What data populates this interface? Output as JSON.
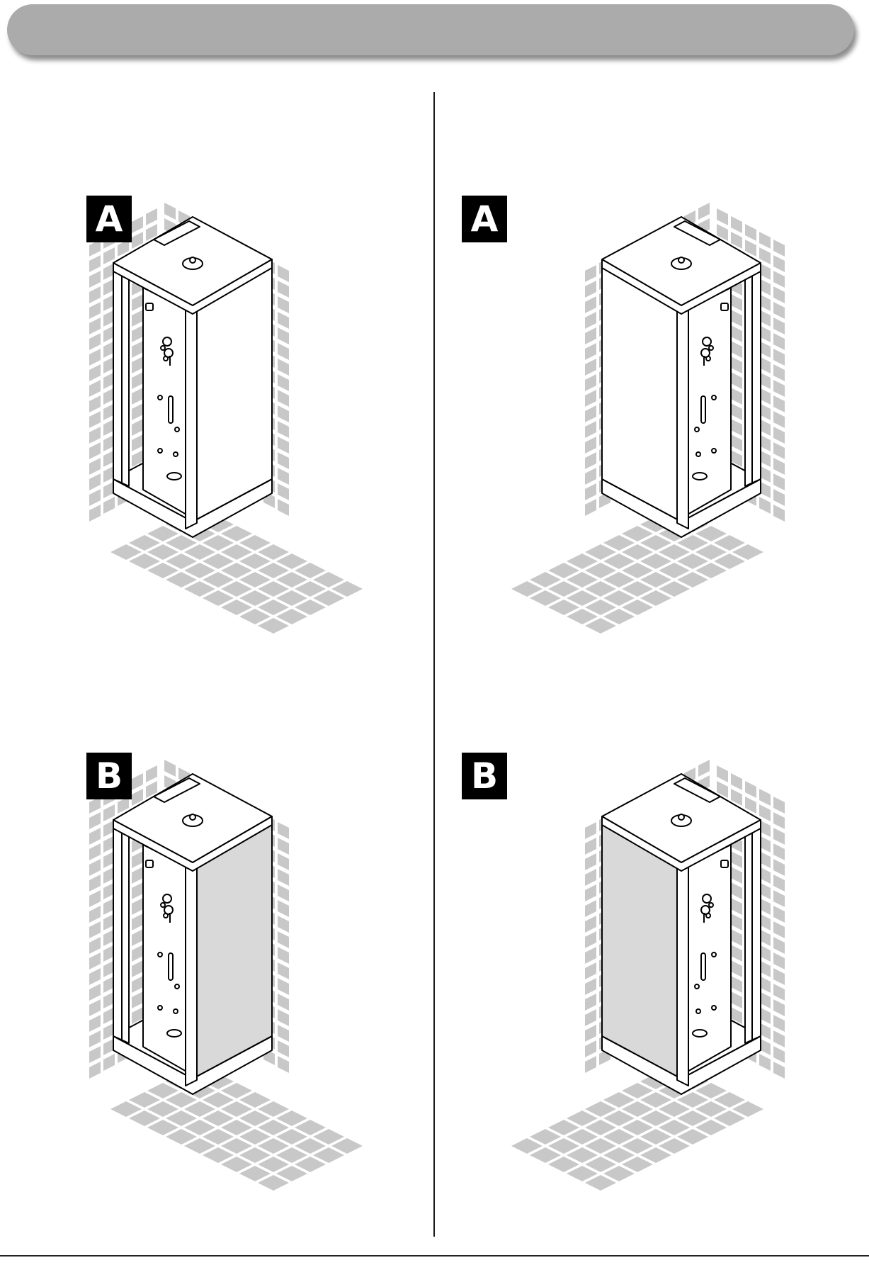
{
  "header": {
    "title": ""
  },
  "colors": {
    "header_bar": "#ababab",
    "tile": "#c8c8c8",
    "glass_panel": "#d9d9d9",
    "line": "#000000"
  },
  "figures": [
    {
      "id": "top-left",
      "label": "A",
      "mirrored": false,
      "tinted_panel": false
    },
    {
      "id": "top-right",
      "label": "A",
      "mirrored": true,
      "tinted_panel": false
    },
    {
      "id": "bottom-left",
      "label": "B",
      "mirrored": false,
      "tinted_panel": true
    },
    {
      "id": "bottom-right",
      "label": "B",
      "mirrored": true,
      "tinted_panel": true
    }
  ]
}
